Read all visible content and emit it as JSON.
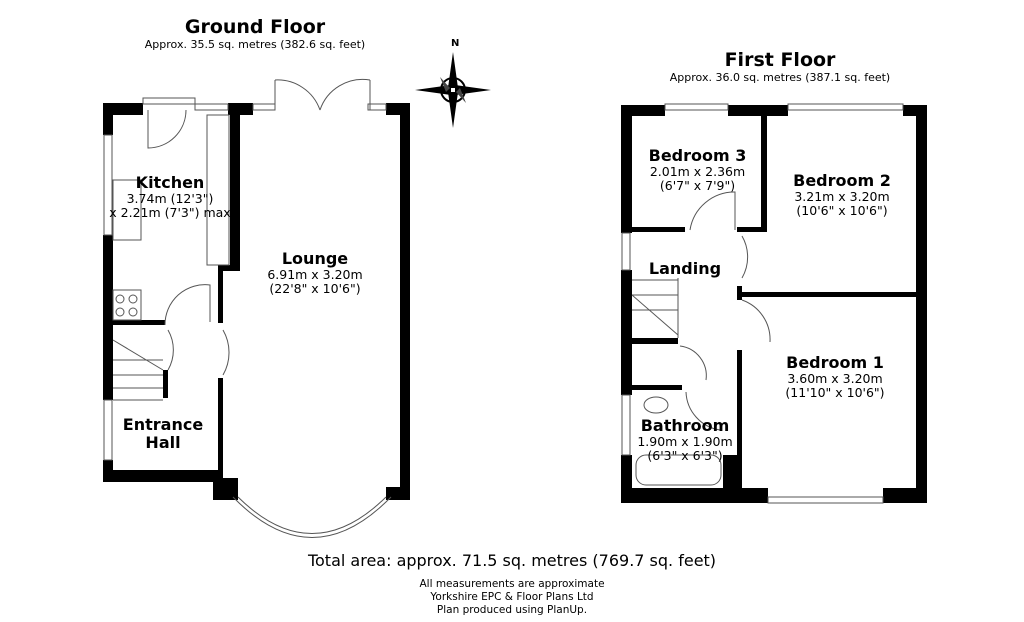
{
  "ground_floor": {
    "title": "Ground Floor",
    "area": "Approx. 35.5 sq. metres (382.6 sq. feet)",
    "rooms": [
      {
        "name": "Kitchen",
        "dim1": "3.74m (12'3\")",
        "dim2": "x 2.21m (7'3\") max"
      },
      {
        "name": "Lounge",
        "dim1": "6.91m x 3.20m",
        "dim2": "(22'8\" x 10'6\")"
      },
      {
        "name": "Entrance",
        "dim1": "Hall"
      }
    ]
  },
  "first_floor": {
    "title": "First Floor",
    "area": "Approx. 36.0 sq. metres (387.1 sq. feet)",
    "rooms": [
      {
        "name": "Bedroom 3",
        "dim1": "2.01m x 2.36m",
        "dim2": "(6'7\" x 7'9\")"
      },
      {
        "name": "Bedroom 2",
        "dim1": "3.21m x 3.20m",
        "dim2": "(10'6\" x 10'6\")"
      },
      {
        "name": "Landing"
      },
      {
        "name": "Bedroom 1",
        "dim1": "3.60m x 3.20m",
        "dim2": "(11'10\" x 10'6\")"
      },
      {
        "name": "Bathroom",
        "dim1": "1.90m x 1.90m",
        "dim2": "(6'3\" x 6'3\")"
      }
    ]
  },
  "compass": {
    "label": "N"
  },
  "total_area": "Total area: approx. 71.5 sq. metres (769.7 sq. feet)",
  "footer": [
    "All measurements are approximate",
    "Yorkshire EPC & Floor Plans  Ltd",
    "Plan produced using PlanUp."
  ]
}
